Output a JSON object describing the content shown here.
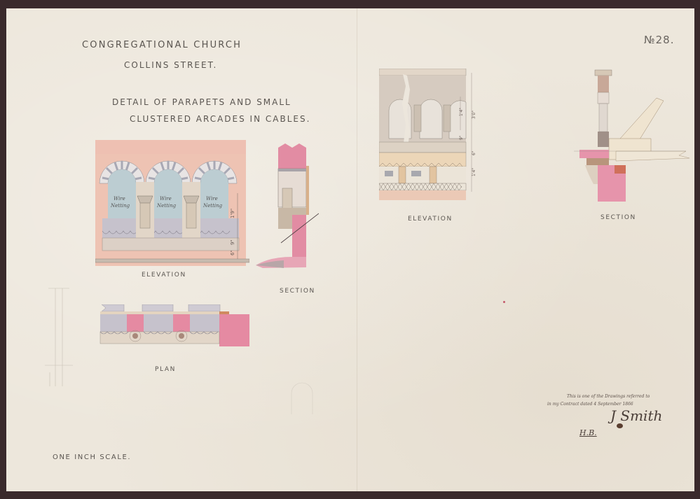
{
  "sheet": {
    "title": "CONGREGATIONAL CHURCH",
    "street": "COLLINS STREET.",
    "description_line1": "DETAIL OF PARAPETS AND SMALL",
    "description_line2": "CLUSTERED ARCADES IN CABLES.",
    "sheet_number": "№28.",
    "scale": "ONE INCH SCALE."
  },
  "drawings": {
    "left_elevation": {
      "label": "ELEVATION",
      "netting_line1": "Wire",
      "netting_line2": "Netting",
      "dims": [
        "1'9\"",
        "9\"",
        "6\""
      ]
    },
    "left_section": {
      "label": "SECTION"
    },
    "plan": {
      "label": "PLAN"
    },
    "right_elevation": {
      "label": "ELEVATION",
      "dims": [
        "1'4\"",
        "3'0\"",
        "9\"",
        "6\"",
        "1'4\""
      ]
    },
    "right_section": {
      "label": "SECTION"
    }
  },
  "annotation": {
    "note_line1": "This is one of the Drawings referred to",
    "note_line2": "in my Contract dated 4 September 1866",
    "signature": "J Smith",
    "initials": "H.B."
  },
  "colors": {
    "paper": "#ede7dc",
    "border": "#3a2a2c",
    "ink": "#5a5550",
    "pink_wash": "#e08aa0",
    "salmon_wash": "#eec3b3",
    "blue_wash": "#b9cad0",
    "grey_wash": "#c4c0c8",
    "buff_wash": "#dfd3c2"
  }
}
